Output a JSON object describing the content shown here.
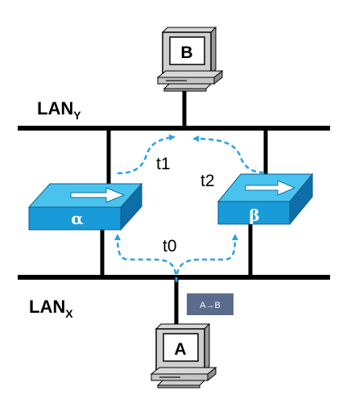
{
  "lans": {
    "top": {
      "name": "LAN",
      "subscript": "Y"
    },
    "bottom": {
      "name": "LAN",
      "subscript": "X"
    }
  },
  "hosts": {
    "top": {
      "letter": "B"
    },
    "bottom": {
      "letter": "A"
    }
  },
  "switches": {
    "left": {
      "label": "α"
    },
    "right": {
      "label": "β"
    }
  },
  "paths": {
    "t0": "t0",
    "t1": "t1",
    "t2": "t2"
  },
  "frame_tag": {
    "text": "A→B"
  },
  "colors": {
    "switch_top": "#49c3ee",
    "switch_front": "#1a9bd9",
    "switch_side": "#0e6fa8",
    "arrow_path": "#29a3e0",
    "frame_tag_bg": "#5b6b8c",
    "line": "#000000"
  }
}
